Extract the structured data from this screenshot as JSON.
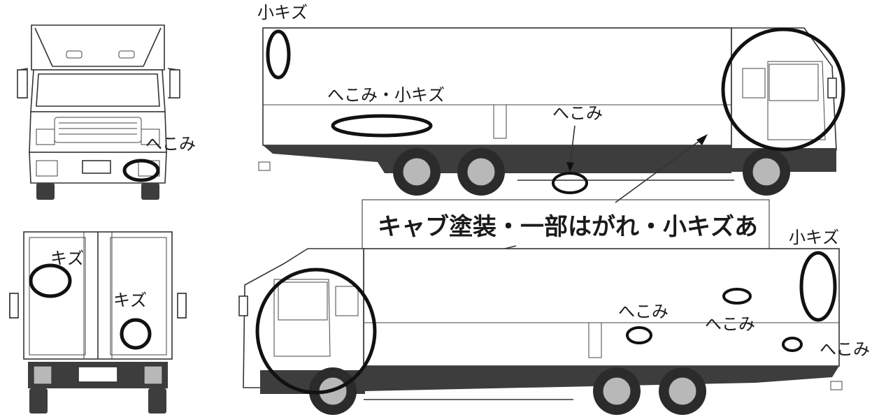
{
  "callout": {
    "text": "キャブ塗装・一部はがれ・小キズあ"
  },
  "labels": {
    "front_view_dent": "へこみ",
    "rear_view_scratch_left": "キズ",
    "rear_view_scratch_right": "キズ",
    "right_side_small_scratch": "小キズ",
    "right_side_dent_scratch": "へこみ・小キズ",
    "right_side_dent": "へこみ",
    "left_side_small_scratch": "小キズ",
    "left_side_dent_1": "へこみ",
    "left_side_dent_2": "へこみ",
    "left_side_dent_3": "へこみ"
  },
  "colors": {
    "ink": "#1a1a1a",
    "frame": "#3d3d3d",
    "hub": "#b8b8b8"
  }
}
